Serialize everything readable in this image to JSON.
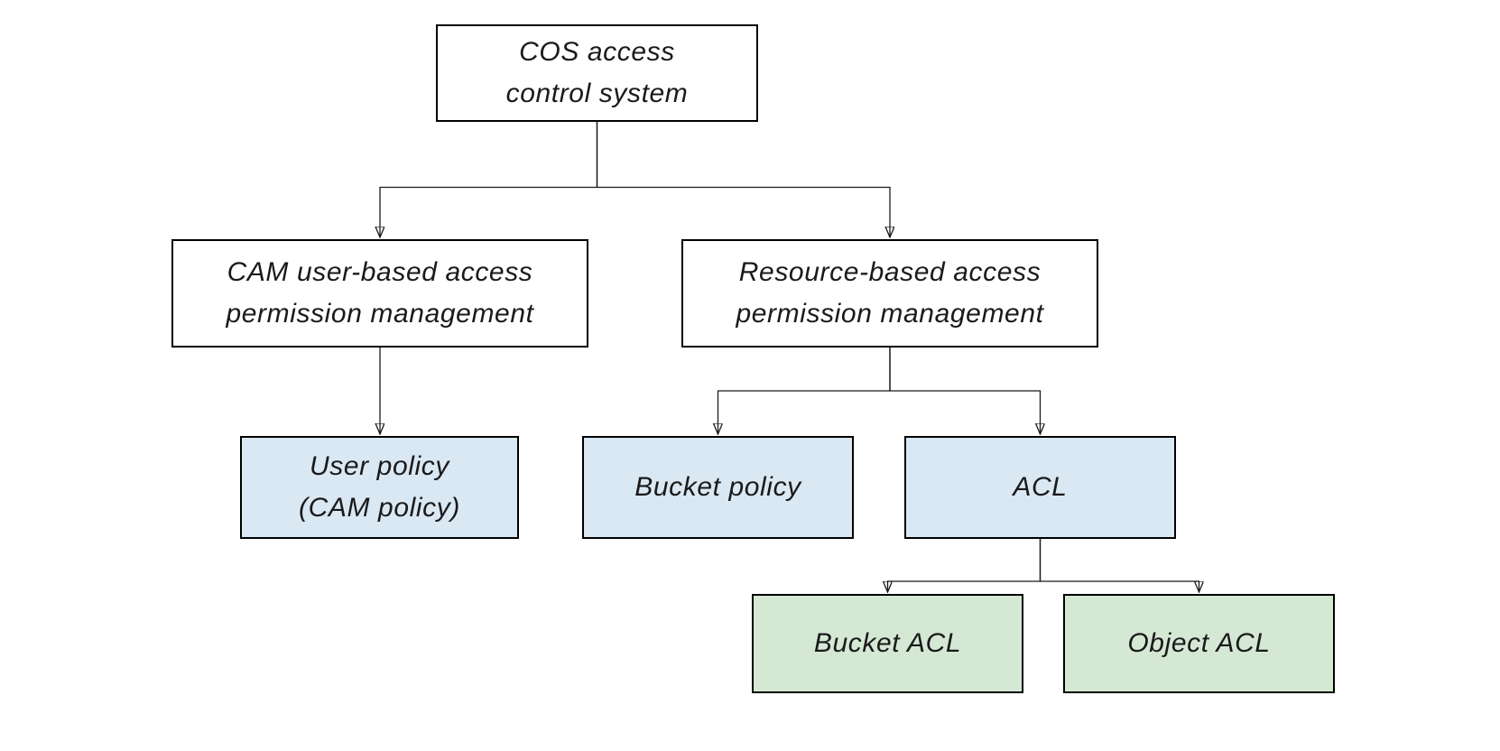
{
  "diagram": {
    "type": "tree-flowchart",
    "colors": {
      "background": "#ffffff",
      "node_fill_white": "#ffffff",
      "node_fill_blue": "#dae8f4",
      "node_fill_green": "#d5e8d4",
      "node_border": "#000000",
      "connector": "#1a1a1a",
      "text": "#1a1a1a"
    },
    "nodes": {
      "root": {
        "line1": "COS access",
        "line2": "control system"
      },
      "cam": {
        "line1": "CAM user-based access",
        "line2": "permission management"
      },
      "resource": {
        "line1": "Resource-based access",
        "line2": "permission management"
      },
      "user_policy": {
        "line1": "User policy",
        "line2": "(CAM policy)"
      },
      "bucket_policy": {
        "line1": "Bucket policy"
      },
      "acl": {
        "line1": "ACL"
      },
      "bucket_acl": {
        "line1": "Bucket ACL"
      },
      "object_acl": {
        "line1": "Object ACL"
      }
    },
    "edges": [
      {
        "from": "COS access control system",
        "to": "CAM user-based access permission management"
      },
      {
        "from": "COS access control system",
        "to": "Resource-based access permission management"
      },
      {
        "from": "CAM user-based access permission management",
        "to": "User policy (CAM policy)"
      },
      {
        "from": "Resource-based access permission management",
        "to": "Bucket policy"
      },
      {
        "from": "Resource-based access permission management",
        "to": "ACL"
      },
      {
        "from": "ACL",
        "to": "Bucket ACL"
      },
      {
        "from": "ACL",
        "to": "Object ACL"
      }
    ]
  }
}
